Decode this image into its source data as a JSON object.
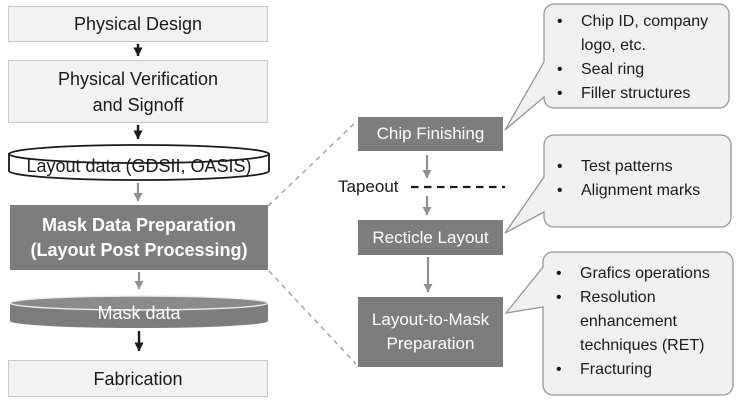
{
  "left_flow": {
    "physical_design": "Physical Design",
    "physical_verification": {
      "line1": "Physical Verification",
      "line2": "and Signoff"
    },
    "layout_data": "Layout data (GDSII, OASIS)",
    "mask_data_preparation": {
      "line1": "Mask Data Preparation",
      "line2": "(Layout Post Processing)"
    },
    "mask_data": "Mask data",
    "fabrication": "Fabrication"
  },
  "middle_flow": {
    "chip_finishing": "Chip Finishing",
    "tapeout": "Tapeout",
    "recticle_layout": "Recticle Layout",
    "layout_to_mask": {
      "line1": "Layout-to-Mask",
      "line2": "Preparation"
    }
  },
  "callouts": {
    "chip_finishing_notes": [
      "Chip ID, company logo, etc.",
      "Seal ring",
      "Filler structures"
    ],
    "recticle_layout_notes": [
      "Test patterns",
      "Alignment marks"
    ],
    "layout_to_mask_notes": [
      "Grafics operations",
      "Resolution enhancement techniques (RET)",
      "Fracturing"
    ]
  },
  "ui": {
    "bullet": "•"
  },
  "colors": {
    "node_dark": "#7d7d7d",
    "node_light_fill": "#f2f2f2",
    "node_light_border": "#c9c9c9",
    "callout_fill": "#f0f0f0",
    "callout_border": "#969696",
    "arrow_black": "#1a1a1a",
    "arrow_gray": "#8f8f8f",
    "dashed_connector": "#a6a6a6",
    "text_light": "#ffffff"
  }
}
